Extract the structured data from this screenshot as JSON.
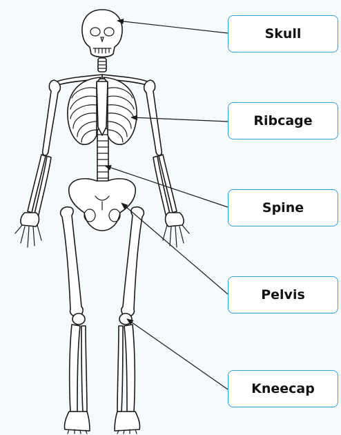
{
  "labels": {
    "skull": "Skull",
    "ribcage": "Ribcage",
    "spine": "Spine",
    "pelvis": "Pelvis",
    "kneecap": "Kneecap"
  },
  "colors": {
    "background": "#f5fafc",
    "label_border": "#3a9fd6",
    "bone_outline": "#1a1a1a"
  }
}
